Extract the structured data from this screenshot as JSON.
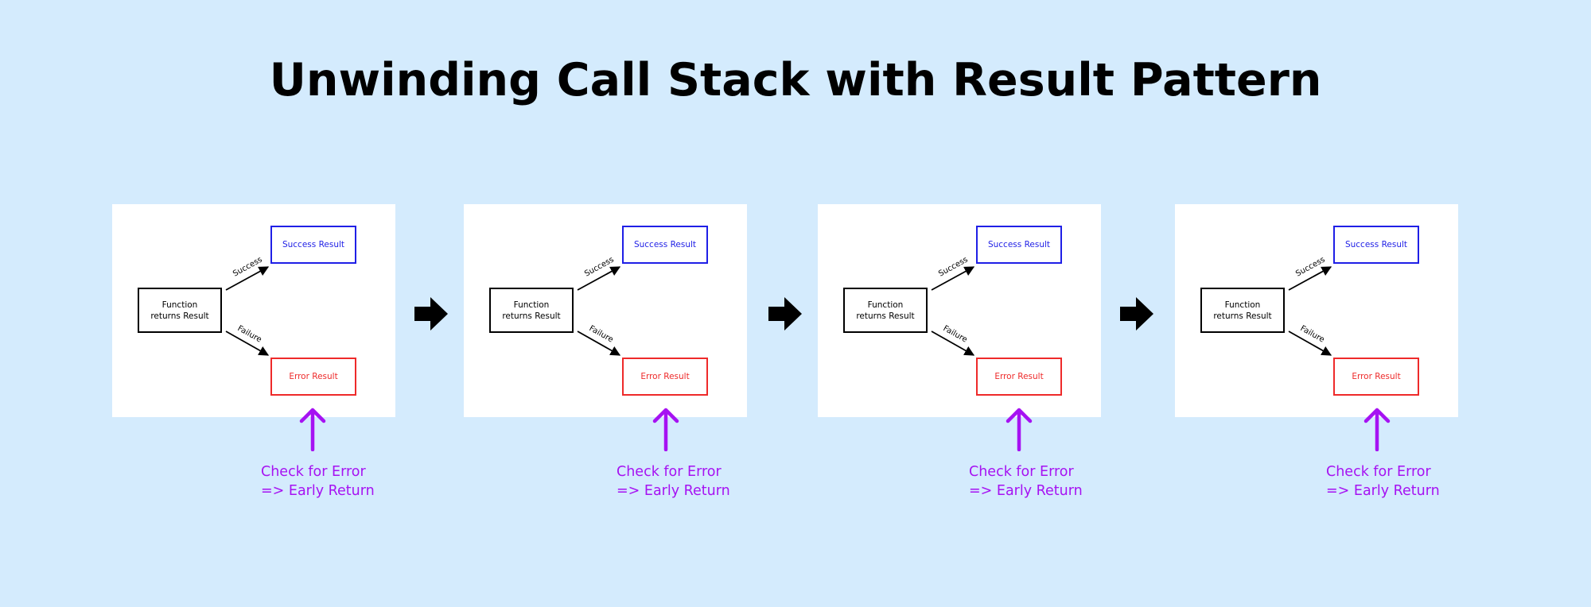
{
  "title": "Unwinding Call Stack with Result Pattern",
  "colors": {
    "background": "#d4ebfd",
    "success": "#1f1fe6",
    "error": "#ee2a2a",
    "check": "#a612f2"
  },
  "panels": [
    {
      "function_line1": "Function",
      "function_line2": "returns Result",
      "success_label": "Success",
      "failure_label": "Failure",
      "success_result": "Success Result",
      "error_result": "Error Result",
      "check_line1": "Check for Error",
      "check_line2": "=> Early Return"
    },
    {
      "function_line1": "Function",
      "function_line2": "returns Result",
      "success_label": "Success",
      "failure_label": "Failure",
      "success_result": "Success Result",
      "error_result": "Error Result",
      "check_line1": "Check for Error",
      "check_line2": "=> Early Return"
    },
    {
      "function_line1": "Function",
      "function_line2": "returns Result",
      "success_label": "Success",
      "failure_label": "Failure",
      "success_result": "Success Result",
      "error_result": "Error Result",
      "check_line1": "Check for Error",
      "check_line2": "=> Early Return"
    },
    {
      "function_line1": "Function",
      "function_line2": "returns Result",
      "success_label": "Success",
      "failure_label": "Failure",
      "success_result": "Success Result",
      "error_result": "Error Result",
      "check_line1": "Check for Error",
      "check_line2": "=> Early Return"
    }
  ]
}
